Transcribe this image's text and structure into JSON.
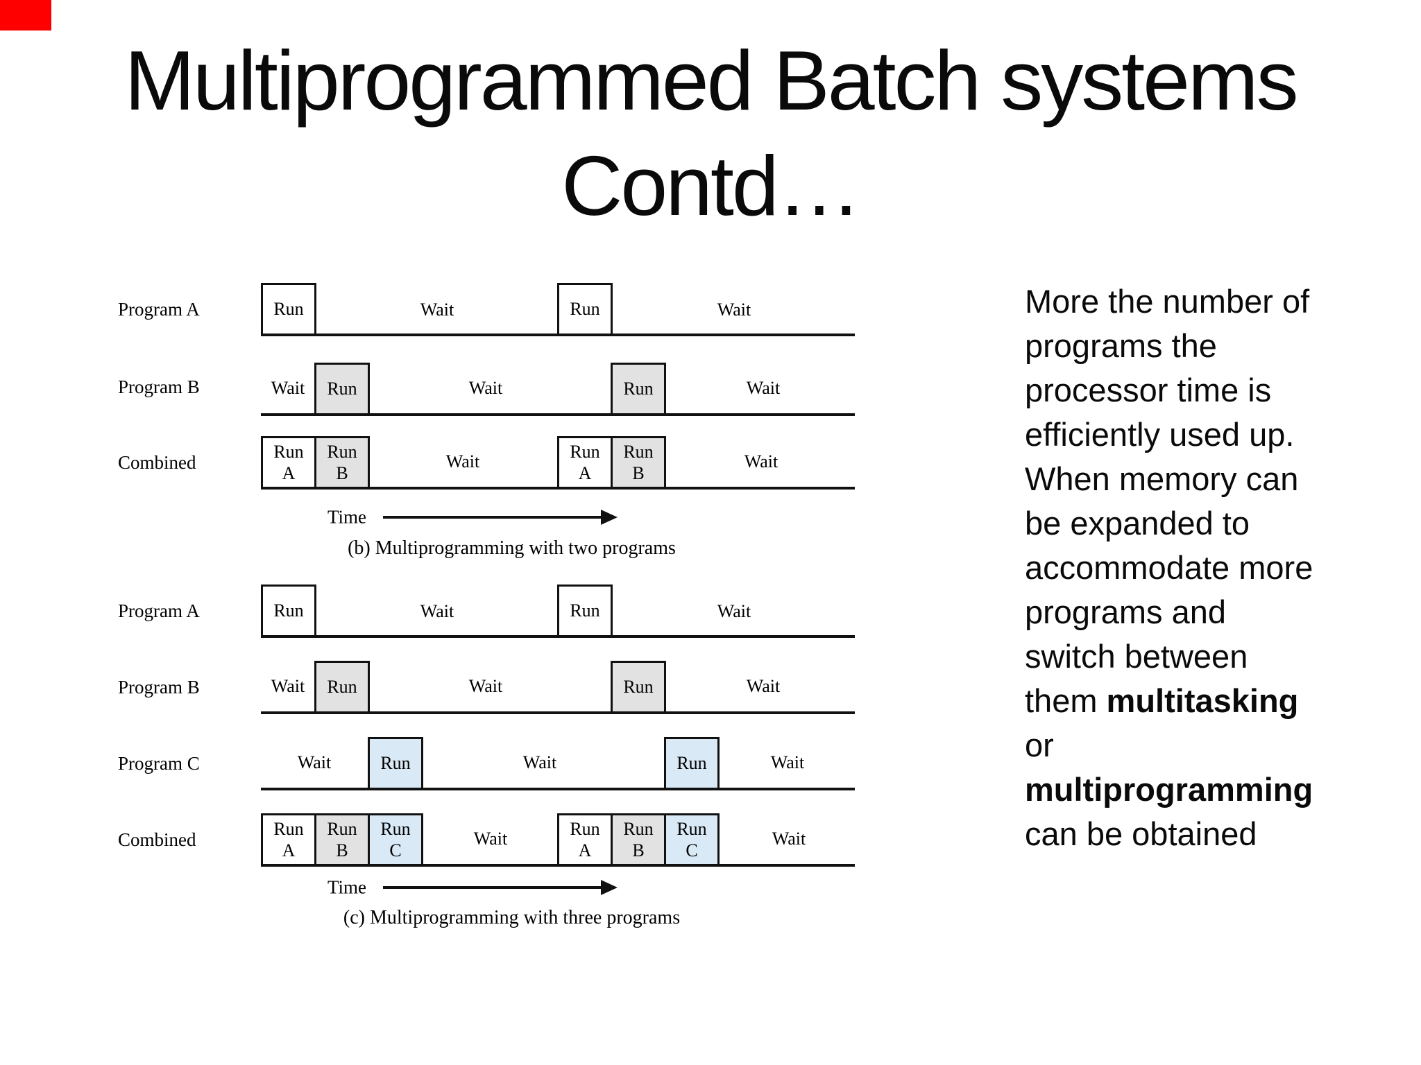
{
  "slide": {
    "title_line1": "Multiprogrammed Batch systems",
    "title_line2": "Contd…"
  },
  "colors": {
    "marker_red": "#fe0000",
    "run_a_fill": "#ffffff",
    "run_b_fill": "#e2e2e2",
    "run_c_fill": "#d9e9f6",
    "line_black": "#111111"
  },
  "diagram_b": {
    "caption": "(b) Multiprogramming with two programs",
    "time_label": "Time",
    "row_a": {
      "label": "Program A",
      "run1": "Run",
      "wait1": "Wait",
      "run2": "Run",
      "wait2": "Wait"
    },
    "row_b": {
      "label": "Program B",
      "wait1": "Wait",
      "run1": "Run",
      "wait2": "Wait",
      "run2": "Run",
      "wait3": "Wait"
    },
    "combined": {
      "label": "Combined",
      "box1_l1": "Run",
      "box1_l2": "A",
      "box2_l1": "Run",
      "box2_l2": "B",
      "wait1": "Wait",
      "box3_l1": "Run",
      "box3_l2": "A",
      "box4_l1": "Run",
      "box4_l2": "B",
      "wait2": "Wait"
    }
  },
  "diagram_c": {
    "caption": "(c) Multiprogramming with three programs",
    "time_label": "Time",
    "row_a": {
      "label": "Program A",
      "run1": "Run",
      "wait1": "Wait",
      "run2": "Run",
      "wait2": "Wait"
    },
    "row_b": {
      "label": "Program B",
      "wait1": "Wait",
      "run1": "Run",
      "wait2": "Wait",
      "run2": "Run",
      "wait3": "Wait"
    },
    "row_c": {
      "label": "Program C",
      "wait1": "Wait",
      "run1": "Run",
      "wait2": "Wait",
      "run2": "Run",
      "wait3": "Wait"
    },
    "combined": {
      "label": "Combined",
      "box1_l1": "Run",
      "box1_l2": "A",
      "box2_l1": "Run",
      "box2_l2": "B",
      "box3_l1": "Run",
      "box3_l2": "C",
      "wait1": "Wait",
      "box4_l1": "Run",
      "box4_l2": "A",
      "box5_l1": "Run",
      "box5_l2": "B",
      "box6_l1": "Run",
      "box6_l2": "C",
      "wait2": "Wait"
    }
  },
  "side_text": {
    "lines": [
      {
        "t": "More the number of"
      },
      {
        "t": "programs the"
      },
      {
        "t": "processor time is"
      },
      {
        "t": "efficiently used up."
      },
      {
        "t": "When memory can"
      },
      {
        "t": "be expanded to"
      },
      {
        "t": "accommodate more"
      },
      {
        "t": "programs and"
      },
      {
        "t": "switch between"
      },
      {
        "t": "them ",
        "b": "multitasking"
      },
      {
        "t": "or"
      },
      {
        "b": "multiprogramming"
      },
      {
        "t": "can be obtained"
      }
    ]
  }
}
